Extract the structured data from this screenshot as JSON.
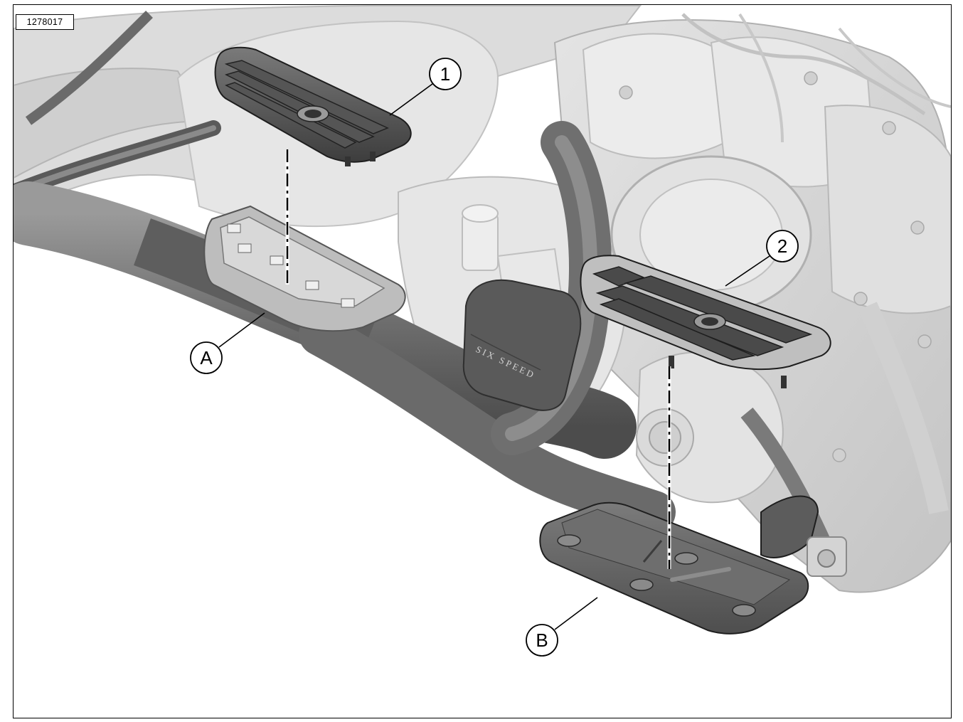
{
  "figure": {
    "id": "1278017"
  },
  "callouts": [
    {
      "label": "1",
      "part": "rider-floorboard-pad"
    },
    {
      "label": "2",
      "part": "rider-floorboard-pad"
    },
    {
      "label": "A",
      "part": "floorboard-bracket"
    },
    {
      "label": "B",
      "part": "floorboard-pan"
    }
  ],
  "decals": {
    "cover_text": "SIX SPEED"
  },
  "colors": {
    "line": "#000000",
    "background": "#ffffff",
    "ghosted_part": "#d9d9d9",
    "rubber_dark": "#4a4a4a",
    "exhaust": "#7a7a7a"
  }
}
